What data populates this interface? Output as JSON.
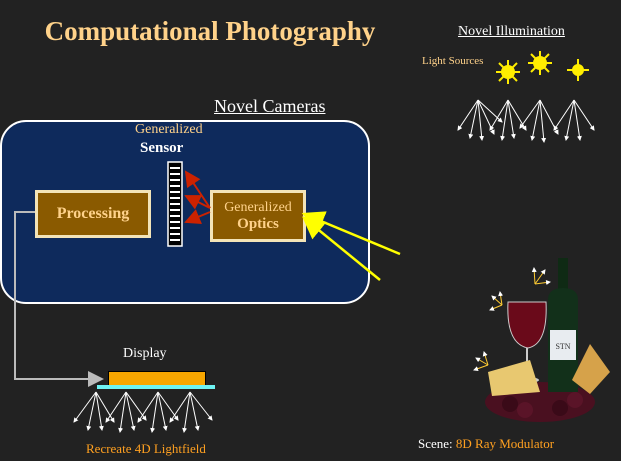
{
  "slide": {
    "title": "Computational Photography",
    "novel_illumination": "Novel Illumination",
    "light_sources": "Light Sources",
    "novel_cameras": "Novel Cameras",
    "generalized_sensor_line1": "Generalized",
    "generalized_sensor_line2": "Sensor",
    "processing": "Processing",
    "generalized_optics_line1": "Generalized",
    "generalized_optics_line2": "Optics",
    "display": "Display",
    "recreate": "Recreate 4D Lightfield",
    "scene_prefix": "Scene: ",
    "scene_highlight": "8D Ray Modulator"
  },
  "colors": {
    "background": "#222222",
    "title": "#ffd28a",
    "camera_box": "#0e2a5c",
    "block_fill": "#8a5a00",
    "accent_orange": "#ffa020",
    "ray_yellow": "#ffff00",
    "ray_red": "#cc2200"
  }
}
